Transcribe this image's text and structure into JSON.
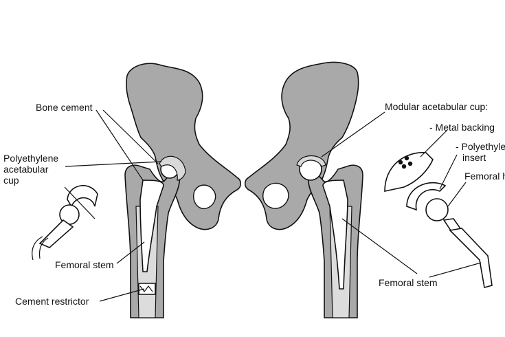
{
  "labels": {
    "bone_cement": "Bone cement",
    "poly_cup_line1": "Polyethylene",
    "poly_cup_line2": "acetabular",
    "poly_cup_line3": "cup",
    "femoral_stem_left": "Femoral stem",
    "cement_restrictor": "Cement restrictor",
    "modular_cup": "Modular acetabular cup:",
    "metal_backing": "- Metal backing",
    "poly_insert_line1": "- Polyethylene",
    "poly_insert_line2": "insert",
    "femoral_head": "Femoral head",
    "femoral_stem_right": "Femoral stem"
  },
  "colors": {
    "bone": "#a9a9a9",
    "canal": "#dcdcdc",
    "outline": "#111111",
    "background": "#ffffff"
  }
}
